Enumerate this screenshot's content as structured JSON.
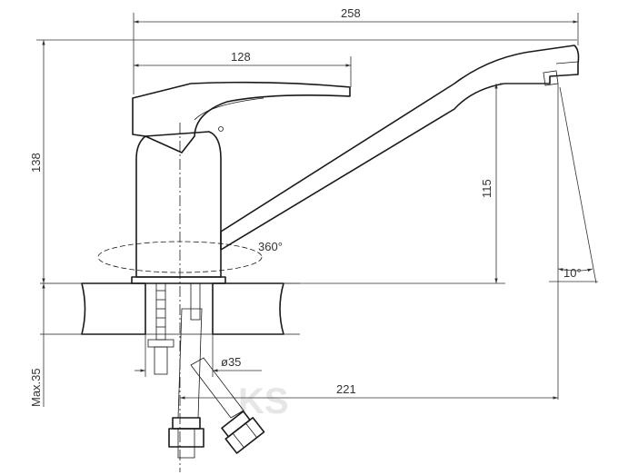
{
  "dimensions": {
    "overall_length": "258",
    "handle_length": "128",
    "total_height": "138",
    "spout_height": "115",
    "rotation": "360°",
    "spout_angle": "10°",
    "hole_diameter": "ø35",
    "spout_reach": "221",
    "max_thickness": "Max.35"
  },
  "colors": {
    "line": "#1a1a1a",
    "dimension": "#333333",
    "background": "#ffffff"
  }
}
